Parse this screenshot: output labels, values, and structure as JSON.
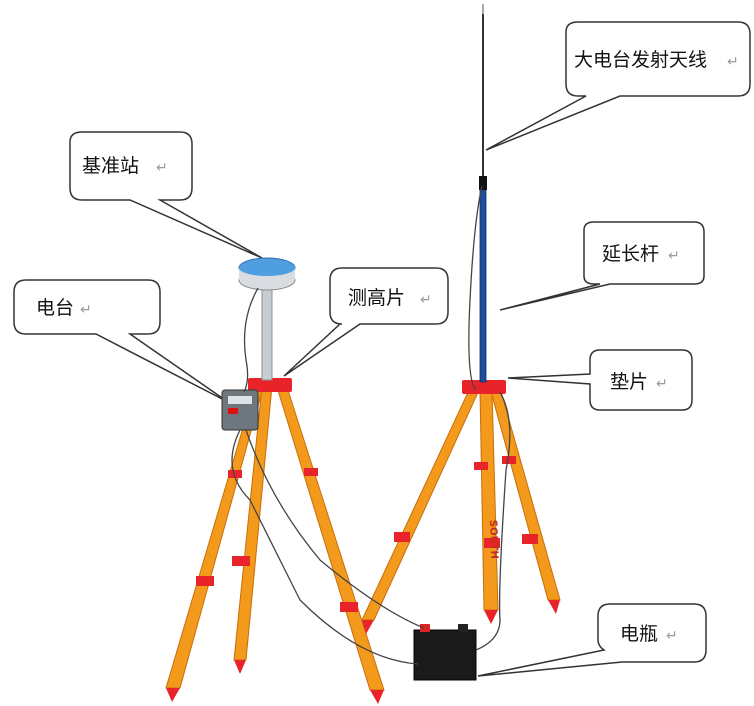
{
  "labels": {
    "base_station": "基准站",
    "radio": "电台",
    "height_piece": "测高片",
    "antenna": "大电台发射天线",
    "extension_pole": "延长杆",
    "spacer": "垫片",
    "battery": "电瓶",
    "return_mark": "↵"
  },
  "tripod_brand": "SOUTH",
  "colors": {
    "tripod_leg": "#f39a1c",
    "tripod_leg_edge": "#c86e0a",
    "tripod_head": "#e8242a",
    "pole_blue": "#1d4e9e",
    "receiver_blue": "#4f9fe0",
    "receiver_body": "#d9dde2",
    "battery": "#1a1a1a",
    "callout_border": "#333333"
  }
}
